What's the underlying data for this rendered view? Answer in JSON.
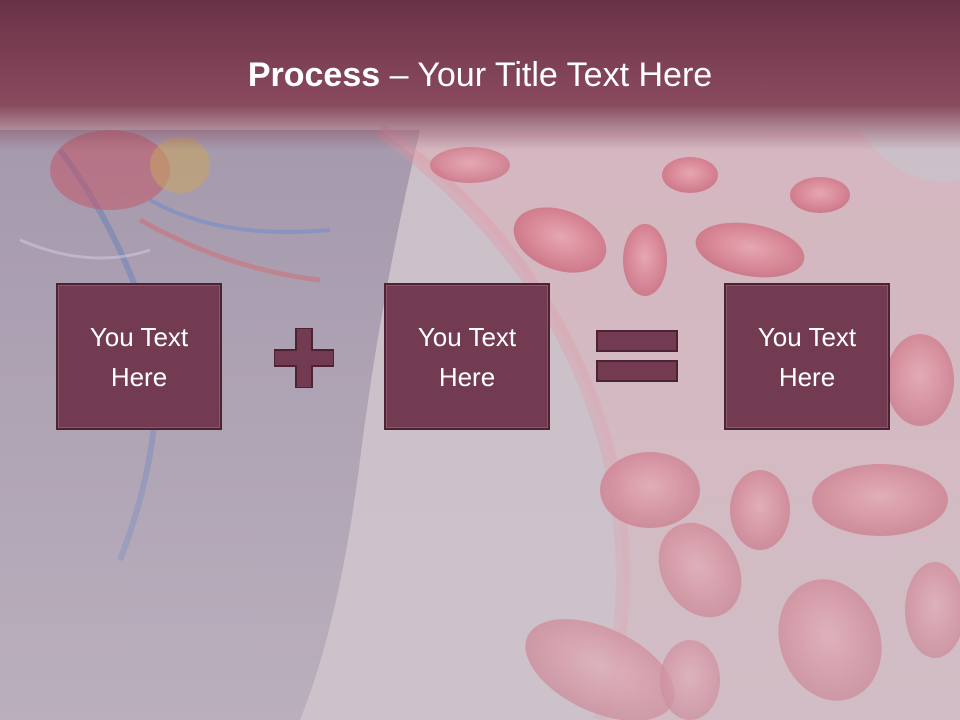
{
  "slide": {
    "title_bold": "Process",
    "title_rest": " – Your Title Text Here"
  },
  "process": {
    "boxes": [
      {
        "text": "You Text Here"
      },
      {
        "text": "You Text Here"
      },
      {
        "text": "You Text Here"
      }
    ],
    "operators": [
      "plus-icon",
      "equals-icon"
    ]
  },
  "colors": {
    "header": "#7a3d52",
    "box_fill": "#723b52",
    "box_border": "#4d2233",
    "text": "#ffffff"
  }
}
